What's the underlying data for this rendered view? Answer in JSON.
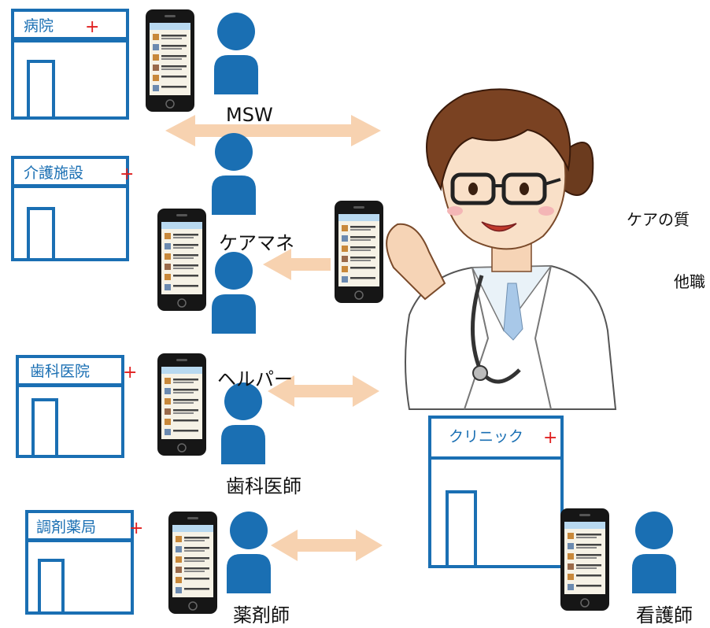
{
  "facilities": {
    "hospital": "病院",
    "care_facility": "介護施設",
    "dental_clinic": "歯科医院",
    "pharmacy": "調剤薬局",
    "clinic": "クリニック",
    "plus": "+"
  },
  "roles": {
    "msw": "MSW",
    "care_manager": "ケアマネ",
    "helper": "ヘルパー",
    "dentist": "歯科医師",
    "pharmacist": "薬剤師",
    "nurse": "看護師"
  },
  "side_text": {
    "line1": "ケアの質",
    "line2": "他職"
  },
  "colors": {
    "building_stroke": "#1a6fb3",
    "person": "#1a6fb3",
    "arrow": "#f7d2b0",
    "plus": "#e02020"
  }
}
